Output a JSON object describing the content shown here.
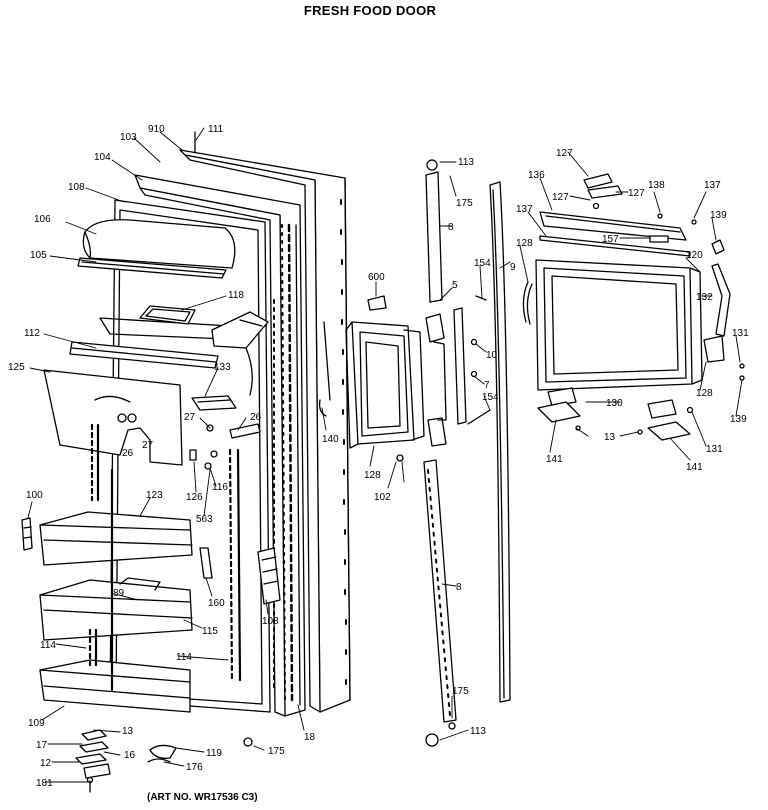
{
  "title": "FRESH FOOD DOOR",
  "footer": "(ART NO. WR17536 C3)",
  "callouts": [
    {
      "id": "c-111",
      "text": "111"
    },
    {
      "id": "c-910",
      "text": "910"
    },
    {
      "id": "c-103",
      "text": "103"
    },
    {
      "id": "c-104",
      "text": "104"
    },
    {
      "id": "c-108a",
      "text": "108"
    },
    {
      "id": "c-106",
      "text": "106"
    },
    {
      "id": "c-105",
      "text": "105"
    },
    {
      "id": "c-118",
      "text": "118"
    },
    {
      "id": "c-112",
      "text": "112"
    },
    {
      "id": "c-125",
      "text": "125"
    },
    {
      "id": "c-133",
      "text": "133"
    },
    {
      "id": "c-27a",
      "text": "27"
    },
    {
      "id": "c-27b",
      "text": "27"
    },
    {
      "id": "c-26a",
      "text": "26"
    },
    {
      "id": "c-26b",
      "text": "26"
    },
    {
      "id": "c-116",
      "text": "116"
    },
    {
      "id": "c-126",
      "text": "126"
    },
    {
      "id": "c-563",
      "text": "563"
    },
    {
      "id": "c-100",
      "text": "100"
    },
    {
      "id": "c-123",
      "text": "123"
    },
    {
      "id": "c-89",
      "text": "89"
    },
    {
      "id": "c-160",
      "text": "160"
    },
    {
      "id": "c-115",
      "text": "115"
    },
    {
      "id": "c-114a",
      "text": "114"
    },
    {
      "id": "c-114b",
      "text": "114"
    },
    {
      "id": "c-108b",
      "text": "108"
    },
    {
      "id": "c-109",
      "text": "109"
    },
    {
      "id": "c-13a",
      "text": "13"
    },
    {
      "id": "c-17",
      "text": "17"
    },
    {
      "id": "c-16",
      "text": "16"
    },
    {
      "id": "c-12",
      "text": "12"
    },
    {
      "id": "c-181",
      "text": "181"
    },
    {
      "id": "c-176",
      "text": "176"
    },
    {
      "id": "c-119",
      "text": "119"
    },
    {
      "id": "c-175a",
      "text": "175"
    },
    {
      "id": "c-18",
      "text": "18"
    },
    {
      "id": "c-140",
      "text": "140"
    },
    {
      "id": "c-600",
      "text": "600"
    },
    {
      "id": "c-128a",
      "text": "128"
    },
    {
      "id": "c-102",
      "text": "102"
    },
    {
      "id": "c-113a",
      "text": "113"
    },
    {
      "id": "c-175b",
      "text": "175"
    },
    {
      "id": "c-8a",
      "text": "8"
    },
    {
      "id": "c-5",
      "text": "5"
    },
    {
      "id": "c-154a",
      "text": "154"
    },
    {
      "id": "c-10",
      "text": "10"
    },
    {
      "id": "c-7",
      "text": "7"
    },
    {
      "id": "c-154b",
      "text": "154"
    },
    {
      "id": "c-8b",
      "text": "8"
    },
    {
      "id": "c-9",
      "text": "9"
    },
    {
      "id": "c-175c",
      "text": "175"
    },
    {
      "id": "c-113b",
      "text": "113"
    },
    {
      "id": "c-127a",
      "text": "127"
    },
    {
      "id": "c-136",
      "text": "136"
    },
    {
      "id": "c-127b",
      "text": "127"
    },
    {
      "id": "c-127c",
      "text": "127"
    },
    {
      "id": "c-138",
      "text": "138"
    },
    {
      "id": "c-137a",
      "text": "137"
    },
    {
      "id": "c-137b",
      "text": "137"
    },
    {
      "id": "c-139a",
      "text": "139"
    },
    {
      "id": "c-157",
      "text": "157"
    },
    {
      "id": "c-128b",
      "text": "128"
    },
    {
      "id": "c-120",
      "text": "120"
    },
    {
      "id": "c-132",
      "text": "132"
    },
    {
      "id": "c-131a",
      "text": "131"
    },
    {
      "id": "c-128c",
      "text": "128"
    },
    {
      "id": "c-139b",
      "text": "139"
    },
    {
      "id": "c-130",
      "text": "130"
    },
    {
      "id": "c-13b",
      "text": "13"
    },
    {
      "id": "c-141a",
      "text": "141"
    },
    {
      "id": "c-141b",
      "text": "141"
    },
    {
      "id": "c-131b",
      "text": "131"
    }
  ]
}
